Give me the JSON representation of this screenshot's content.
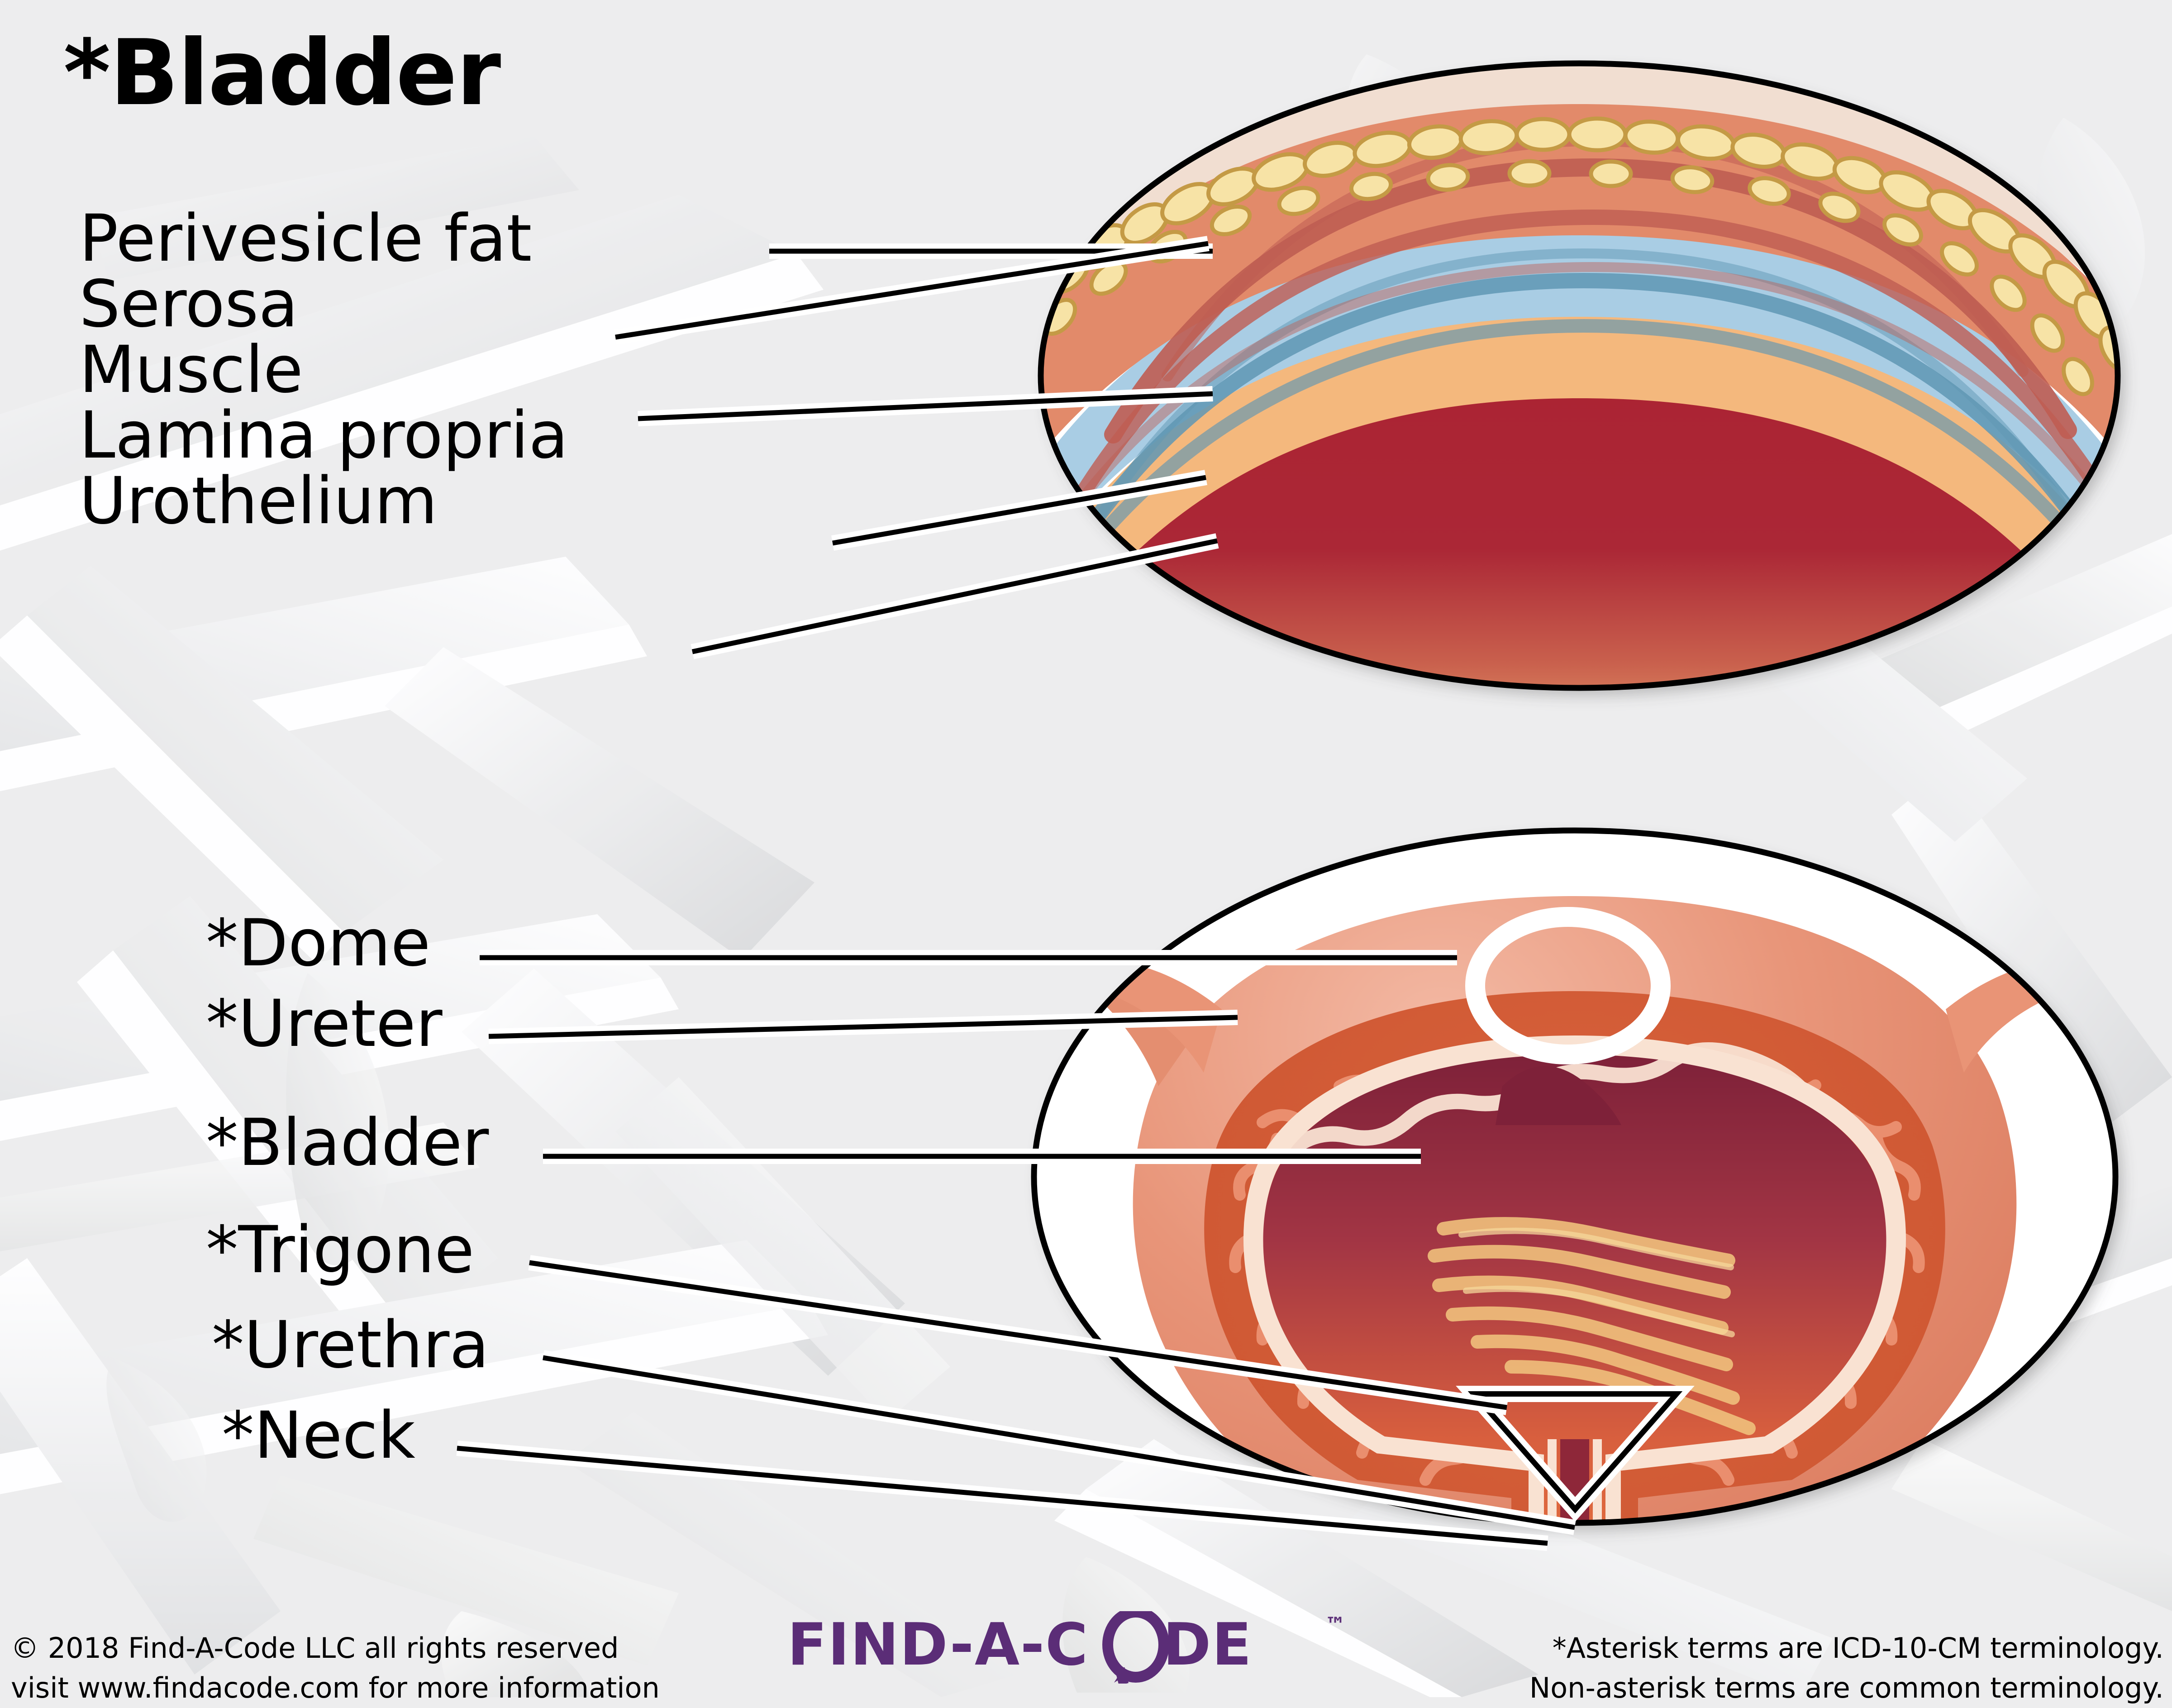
{
  "page": {
    "title": "*Bladder",
    "background_color": "#ededee",
    "text_color": "#000000"
  },
  "wall_diagram": {
    "name": "bladder-wall-cross-section",
    "labels": [
      {
        "text": "Perivesicle fat",
        "layer": "perivesicle-fat",
        "color": "#e8c36a"
      },
      {
        "text": "Serosa",
        "layer": "serosa",
        "color": "#f0ded0"
      },
      {
        "text": "Muscle",
        "layer": "muscle",
        "color": "#e08a6c"
      },
      {
        "text": "Lamina propria",
        "layer": "lamina-propria",
        "color": "#abcde2"
      },
      {
        "text": "Urothelium",
        "layer": "urothelium",
        "color": "#f3b97e"
      }
    ],
    "layer_colors": {
      "fat_globule": "#f6e2a4",
      "fat_outline": "#c49a45",
      "serosa": "#f1ded1",
      "muscle": "#e28a6a",
      "muscle_striation": "#bf5d52",
      "lamina_propria": "#a9cde4",
      "lamina_striation": "#5f97b4",
      "submucosa": "#f4b87d",
      "urothelium_top": "#ab2736",
      "urothelium_bottom": "#ecab72"
    }
  },
  "bladder_diagram": {
    "name": "bladder-anatomy-cross-section",
    "labels": [
      {
        "text": "*Dome",
        "part": "dome"
      },
      {
        "text": "*Ureter",
        "part": "ureter"
      },
      {
        "text": "*Bladder",
        "part": "bladder"
      },
      {
        "text": "*Trigone",
        "part": "trigone"
      },
      {
        "text": "*Urethra",
        "part": "urethra"
      },
      {
        "text": "*Neck",
        "part": "neck"
      }
    ],
    "markers": {
      "ureter_orifice_ring": "white-ellipse-highlight",
      "trigone_triangle": "inverted-triangle-outline"
    },
    "colors": {
      "outer_wall": "#e99476",
      "muscle_layer": "#d4613c",
      "mucosa_line": "#f7ded0",
      "lumen_top": "#8e2739",
      "lumen_bottom": "#e9763f",
      "rugae": "#f0c07c"
    }
  },
  "footer": {
    "copyright_line1": "© 2018 Find-A-Code LLC all rights reserved",
    "copyright_line2": "visit www.findacode.com for more information",
    "note_line1": "*Asterisk terms are ICD-10-CM terminology.",
    "note_line2": "Non-asterisk terms are common terminology.",
    "logo": {
      "text": "FIND-A-CODE",
      "trademark": "™",
      "color": "#5b2d77",
      "icon": "magnifying-glass-icon"
    }
  }
}
